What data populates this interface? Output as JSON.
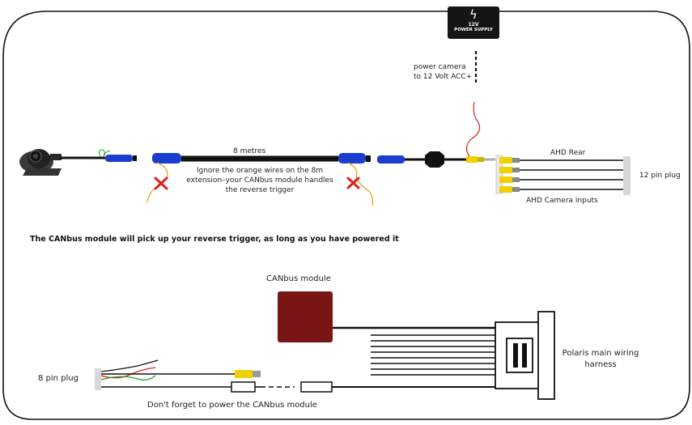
{
  "psu": {
    "voltage": "12V",
    "title": "POWER SUPPLY"
  },
  "labels": {
    "power_camera_1": "power camera",
    "power_camera_2": "to 12 Volt ACC+",
    "eight_metres": "8 metres",
    "ignore_1": "Ignore the orange wires on the 8m",
    "ignore_2": "extension–your CANbus module handles",
    "ignore_3": "the reverse trigger",
    "ahd_rear": "AHD Rear",
    "ahd_inputs": "AHD Camera inputs",
    "twelve_pin": "12 pin plug",
    "trigger_note": "The CANbus module will pick up your reverse trigger, as long as you have powered it",
    "canbus_module": "CANbus module",
    "polaris_1": "Polaris main wiring",
    "polaris_2": "harness",
    "eight_pin": "8 pin plug",
    "power_note": "Don't forget to power the CANbus module"
  },
  "colors": {
    "connector_blue": "#1a3fcf",
    "module_red": "#7a1515",
    "orange_wire": "#f0a020",
    "power_red": "#e02020",
    "rca_yellow": "#f2d000",
    "wire_green": "#2a9a2a",
    "cross_red": "#e02020"
  }
}
